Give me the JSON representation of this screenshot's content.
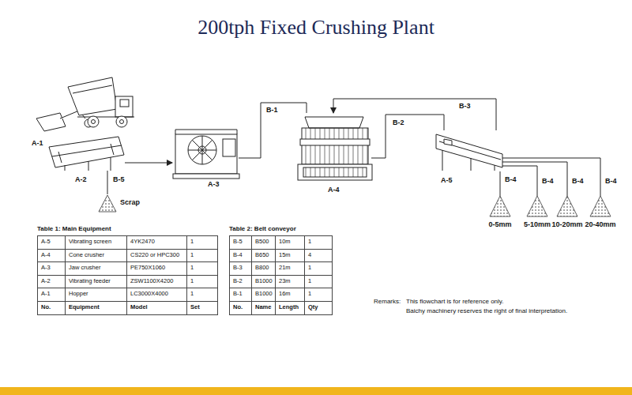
{
  "diagram": {
    "title": "200tph Fixed Crushing Plant",
    "nodes": [
      {
        "text": [
          "A-2"
        ]
      },
      {
        "text": [
          "A-3"
        ]
      },
      {
        "text": [
          "A-4"
        ]
      },
      {
        "text": [
          "A-5"
        ]
      },
      {
        "text": [
          "Scrap"
        ]
      },
      {
        "text": [
          "0-5mm"
        ]
      },
      {
        "text": [
          "5-10mm"
        ]
      },
      {
        "text": [
          "10-20mm"
        ]
      },
      {
        "text": [
          "20-40mm"
        ]
      }
    ],
    "edges": [
      {
        "from": 0,
        "to": 1,
        "arrow": "to"
      },
      {
        "from": 0,
        "to": 4,
        "label": "B-5",
        "arrow": "none"
      },
      {
        "from": 1,
        "to": 2,
        "label": "B-1",
        "arrow": "none"
      },
      {
        "from": 2,
        "to": 3,
        "label": "B-2",
        "arrow": "none"
      },
      {
        "from": 3,
        "to": 2,
        "label": "B-3",
        "arrow": "to"
      },
      {
        "from": 3,
        "to": 5,
        "label": "B-4",
        "arrow": "none"
      },
      {
        "from": 3,
        "to": 6,
        "label": "B-4",
        "arrow": "none"
      },
      {
        "from": 3,
        "to": 7,
        "label": "B-4",
        "arrow": "none"
      },
      {
        "from": 3,
        "to": 8,
        "label": "B-4",
        "arrow": "none"
      }
    ],
    "labels": [
      "A-1",
      "Table 1: Main Equipment",
      "A-5",
      "Vibrating screen",
      "4YK2470",
      "1",
      "A-4",
      "Cone crusher",
      "CS220 or HPC300",
      "1",
      "A-3",
      "Jaw crusher",
      "PE750X1060",
      "1",
      "A-2",
      "Vibrating feeder",
      "ZSW1100X4200",
      "1",
      "A-1",
      "Hopper",
      "LC3000X4000",
      "1",
      "No.",
      "Equipment",
      "Model",
      "Set",
      "Table 2: Belt conveyor",
      "B-5",
      "B500",
      "10m",
      "1",
      "B-4",
      "B650",
      "15m",
      "4",
      "B-3",
      "B800",
      "21m",
      "1",
      "B-2",
      "B1000",
      "23m",
      "1",
      "B-1",
      "B1000",
      "16m",
      "1",
      "No.",
      "Name",
      "Length",
      "Qty",
      "Remarks:",
      "This flowchart is for reference only.",
      "Baichy machinery reserves the right of final interpretation."
    ]
  }
}
